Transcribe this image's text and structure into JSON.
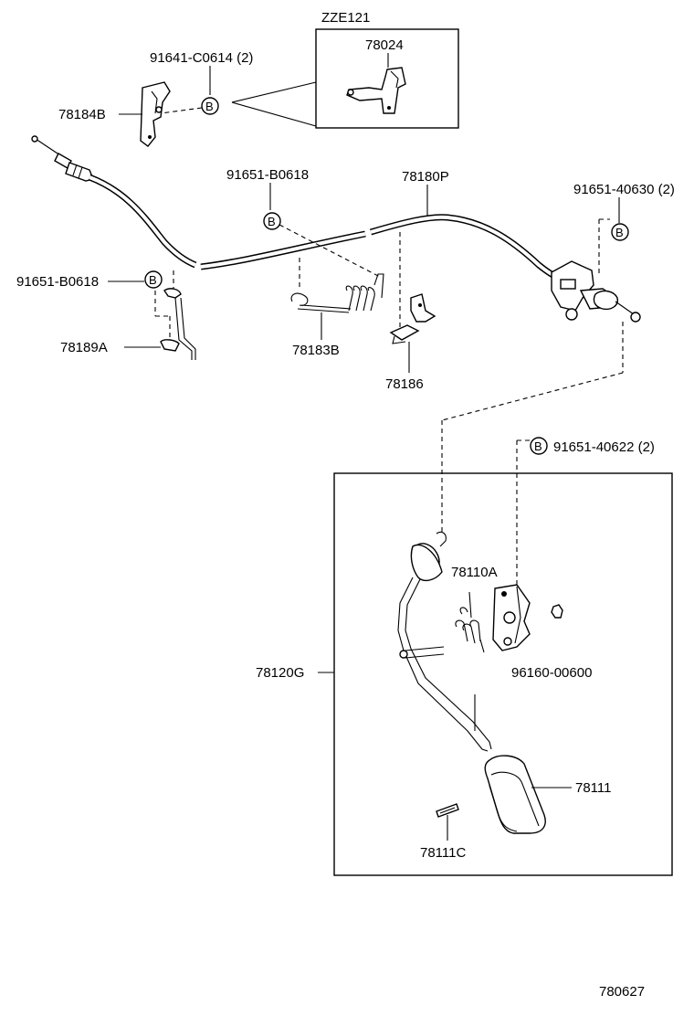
{
  "labels": {
    "model_code": "ZZE121",
    "inset_part": "78024",
    "bolt_top": "91641-C0614 (2)",
    "bracket": "78184B",
    "bolt_cable_mid": "91651-B0618",
    "cable_assy": "78180P",
    "bolt_right": "91651-40630 (2)",
    "bolt_left": "91651-B0618",
    "clamp": "78189A",
    "spring": "78183B",
    "clip": "78186",
    "bolt_pedal": "91651-40622 (2)",
    "pedal_bracket": "78110A",
    "pedal_assy": "78120G",
    "nut": "96160-00600",
    "pedal_pad": "78111",
    "pin": "78111C",
    "diagram_number": "780627"
  },
  "bolt_marker": "B"
}
